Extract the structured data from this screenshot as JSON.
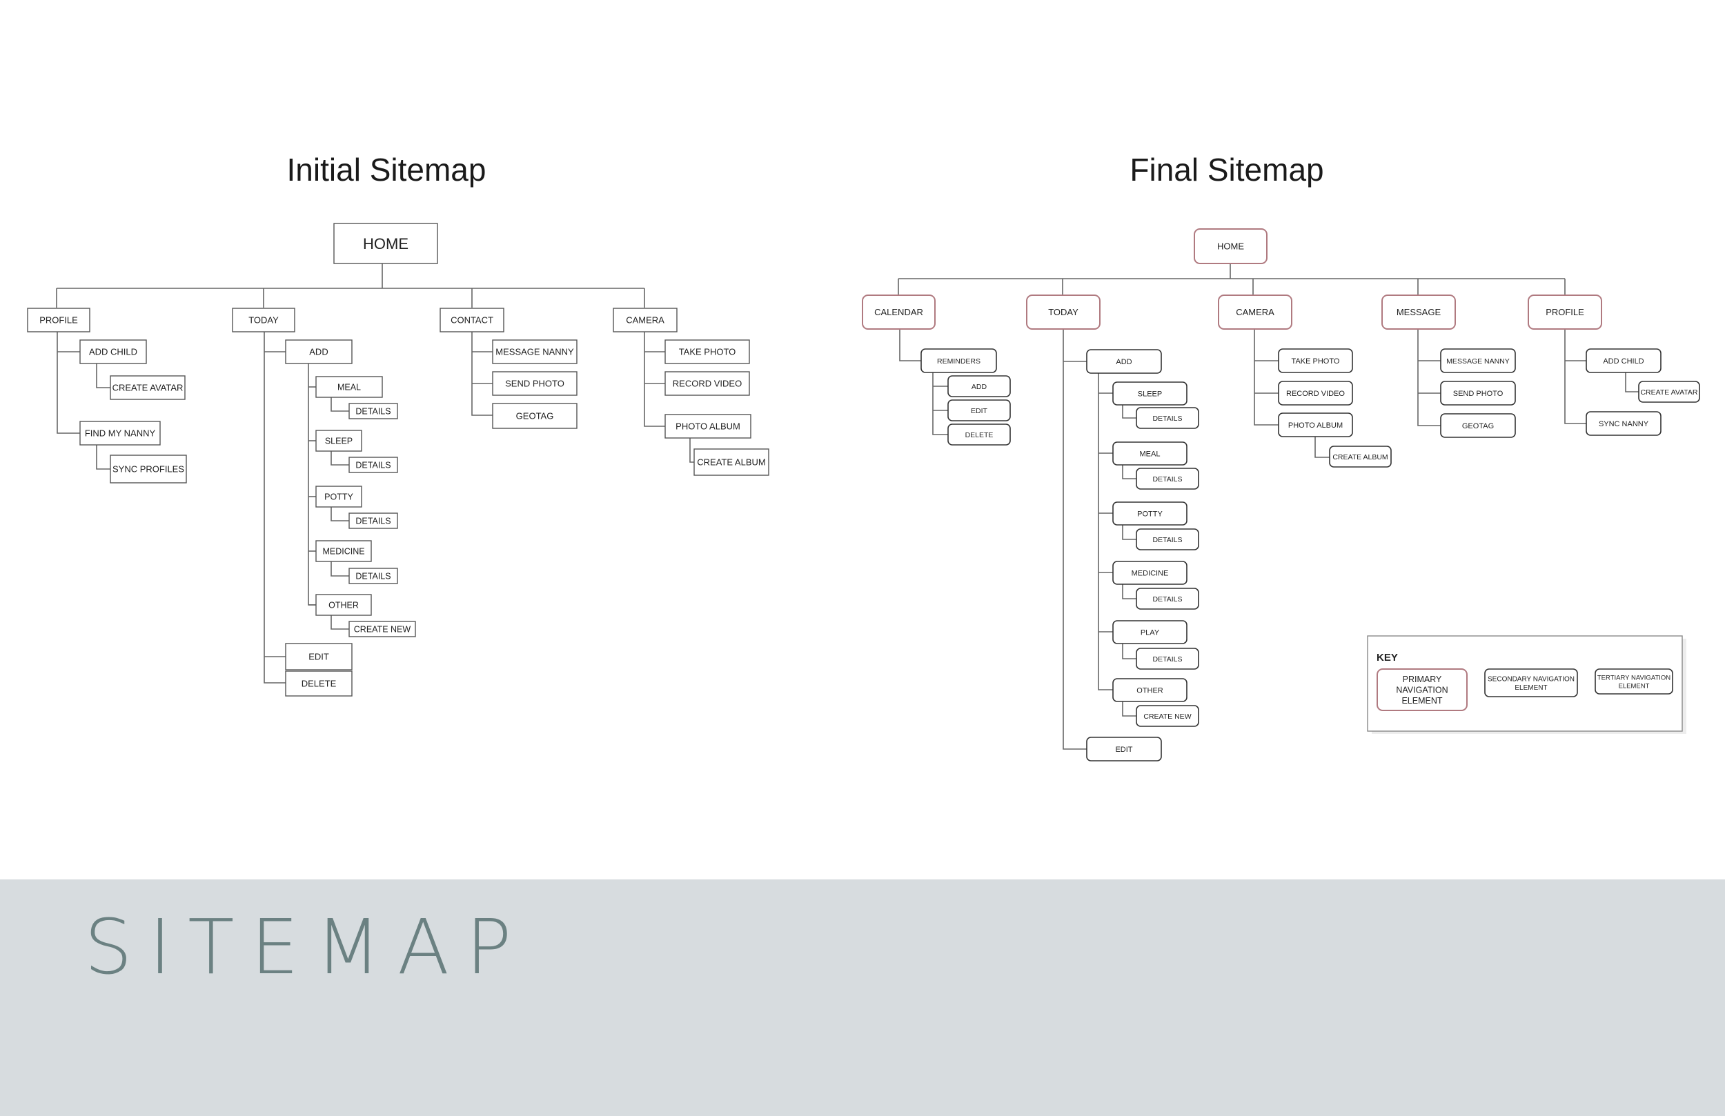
{
  "initial": {
    "title": "Initial Sitemap",
    "home": "HOME",
    "sections": {
      "profile": {
        "label": "PROFILE",
        "add_child": "ADD CHILD",
        "create_avatar": "CREATE AVATAR",
        "find_my_nanny": "FIND MY NANNY",
        "sync_profiles": "SYNC PROFILES"
      },
      "today": {
        "label": "TODAY",
        "add": "ADD",
        "meal": "MEAL",
        "sleep": "SLEEP",
        "potty": "POTTY",
        "medicine": "MEDICINE",
        "other": "OTHER",
        "details": "DETAILS",
        "create_new": "CREATE NEW",
        "edit": "EDIT",
        "delete": "DELETE"
      },
      "contact": {
        "label": "CONTACT",
        "message_nanny": "MESSAGE NANNY",
        "send_photo": "SEND PHOTO",
        "geotag": "GEOTAG"
      },
      "camera": {
        "label": "CAMERA",
        "take_photo": "TAKE PHOTO",
        "record_video": "RECORD VIDEO",
        "photo_album": "PHOTO ALBUM",
        "create_album": "CREATE ALBUM"
      }
    }
  },
  "final": {
    "title": "Final Sitemap",
    "home": "HOME",
    "sections": {
      "calendar": {
        "label": "CALENDAR",
        "reminders": "REMINDERS",
        "add": "ADD",
        "edit": "EDIT",
        "delete": "DELETE"
      },
      "today": {
        "label": "TODAY",
        "add": "ADD",
        "sleep": "SLEEP",
        "meal": "MEAL",
        "potty": "POTTY",
        "medicine": "MEDICINE",
        "play": "PLAY",
        "other": "OTHER",
        "details": "DETAILS",
        "create_new": "CREATE NEW",
        "edit": "EDIT"
      },
      "camera": {
        "label": "CAMERA",
        "take_photo": "TAKE PHOTO",
        "record_video": "RECORD VIDEO",
        "photo_album": "PHOTO ALBUM",
        "create_album": "CREATE ALBUM"
      },
      "message": {
        "label": "MESSAGE",
        "message_nanny": "MESSAGE NANNY",
        "send_photo": "SEND PHOTO",
        "geotag": "GEOTAG"
      },
      "profile": {
        "label": "PROFILE",
        "add_child": "ADD CHILD",
        "create_avatar": "CREATE AVATAR",
        "sync_nanny": "SYNC NANNY"
      }
    },
    "key": {
      "title": "KEY",
      "primary": [
        "PRIMARY",
        "NAVIGATION",
        "ELEMENT"
      ],
      "secondary": [
        "SECONDARY NAVIGATION",
        "ELEMENT"
      ],
      "tertiary": [
        "TERTIARY NAVIGATION",
        "ELEMENT"
      ]
    }
  },
  "footer": {
    "title": "SITEMAP"
  },
  "colors": {
    "primary_border": "#b07a80",
    "box_border": "#555555",
    "line": "#666666",
    "footer_bg": "#d7dcdf",
    "footer_text": "#6b8182"
  }
}
